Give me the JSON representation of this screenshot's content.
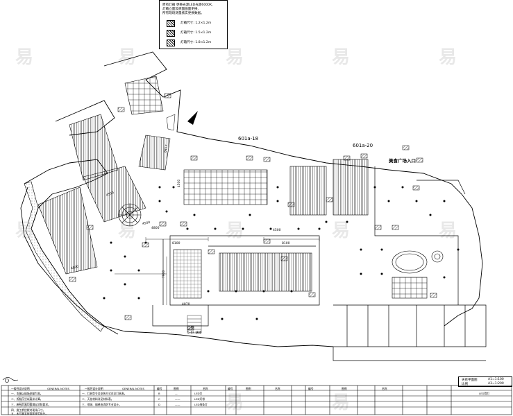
{
  "notes": {
    "lines": [
      "原有灯箱 更换光源LED光源6000K,",
      "灯箱立面及底面画面更换,",
      "所有现场测量核实更换数据。"
    ],
    "legend": [
      {
        "label": "灯箱尺寸: 1.2×1.2m"
      },
      {
        "label": "灯箱尺寸: 1.5×1.2m"
      },
      {
        "label": "灯箱尺寸: 1.8×1.2m"
      }
    ]
  },
  "labels": {
    "zone_a": "601a-18",
    "zone_b": "601a-20",
    "entrance": "美食广场入口",
    "stair": "5-6F 扶梯",
    "stair_top": "上楼"
  },
  "dimensions": [
    "4500",
    "8100",
    "8100",
    "4800",
    "7900",
    "4870",
    "8457",
    "4500",
    "4500",
    "4800",
    "4500"
  ],
  "title_block": {
    "sheet_title": "天花平面图",
    "scale_a": "A1=1:100",
    "scale_b": "A3=1:200",
    "ratio_label": "比例",
    "general_notes_cn": "一般性设计说明",
    "general_notes_en": "GENERAL NOTES",
    "general_notes_cn2": "一般性设计说明",
    "general_notes_en2": "GENERAL NOTES",
    "notes_left": [
      "一、本图以现场测量为准。",
      "二、所有尺寸以毫米计算。",
      "三、所有灯具均需满足消防要求。",
      "四、施工前应核对现场尺寸。",
      "五、未尽事宜按国家规范执行。"
    ],
    "notes_mid": [
      "一、灯具型号及安装方式详见灯具表。",
      "二、天花材料详见材料表。",
      "三、喷淋、烟感由消防专业设计。"
    ],
    "legend_head": [
      "编号",
      "图例",
      "名称",
      "编号",
      "图例",
      "名称",
      "编号",
      "图例",
      "名称"
    ],
    "legend_rows": [
      [
        "B",
        "—",
        "LED灯",
        "",
        "",
        "",
        "",
        "",
        "LED筒灯"
      ],
      [
        "C",
        "——",
        "LED灯带",
        "",
        "",
        "",
        "",
        "",
        ""
      ],
      [
        "D",
        "——",
        "LED线条灯",
        "",
        "",
        "",
        "",
        "",
        ""
      ]
    ]
  },
  "watermark": "易"
}
